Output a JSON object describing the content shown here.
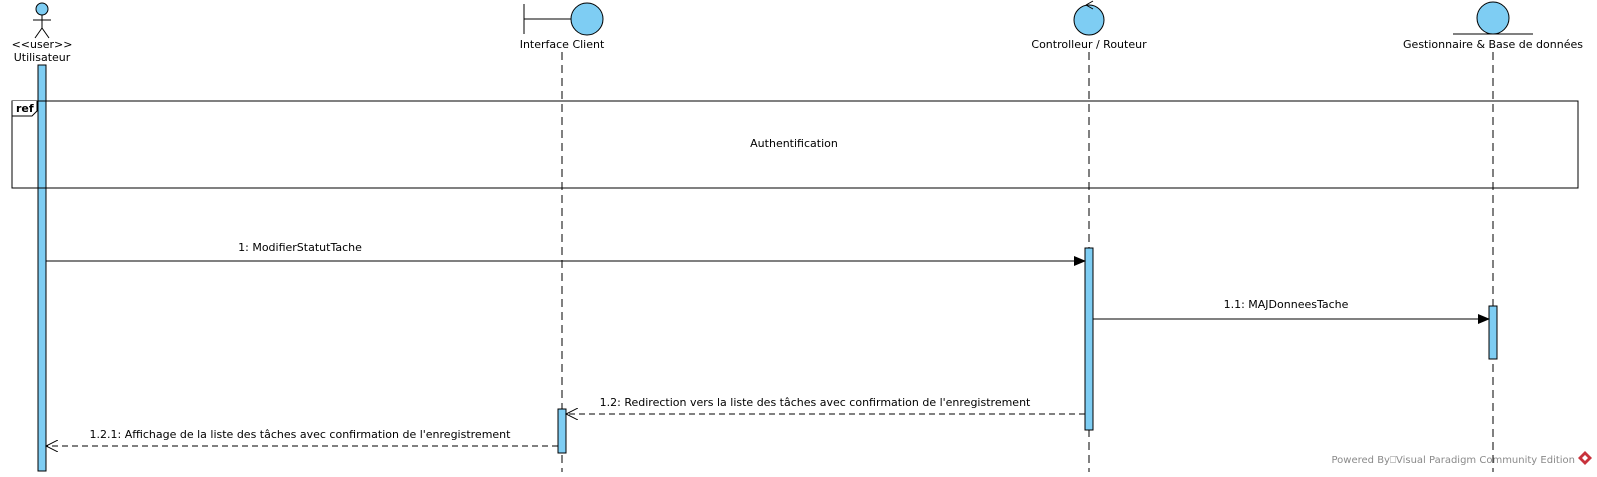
{
  "diagram": {
    "type": "UML sequence diagram",
    "accent_color": "#7ecdf3",
    "line_color": "#000000",
    "lifelines": [
      {
        "id": "utilisateur",
        "kind": "actor",
        "stereotype": "<<user>>",
        "label": "Utilisateur"
      },
      {
        "id": "interface",
        "kind": "boundary",
        "label": "Interface Client"
      },
      {
        "id": "controlleur",
        "kind": "control",
        "label": "Controlleur / Routeur"
      },
      {
        "id": "gestionnaire",
        "kind": "entity",
        "label": "Gestionnaire & Base de données"
      }
    ],
    "ref_fragment": {
      "operator": "ref",
      "text": "Authentification"
    },
    "messages": [
      {
        "label": "1: ModifierStatutTache",
        "from": "utilisateur",
        "to": "controlleur",
        "kind": "synchronous"
      },
      {
        "label": "1.1: MAJDonneesTache",
        "from": "controlleur",
        "to": "gestionnaire",
        "kind": "synchronous"
      },
      {
        "label": "1.2: Redirection vers la liste des tâches avec confirmation de l'enregistrement",
        "from": "controlleur",
        "to": "interface",
        "kind": "return"
      },
      {
        "label": "1.2.1: Affichage de la liste des tâches avec confirmation de l'enregistrement",
        "from": "interface",
        "to": "utilisateur",
        "kind": "return"
      }
    ]
  },
  "footer": {
    "watermark": "Powered By⎕Visual Paradigm Community Edition",
    "logo_icon": "visual-paradigm-logo-icon"
  }
}
